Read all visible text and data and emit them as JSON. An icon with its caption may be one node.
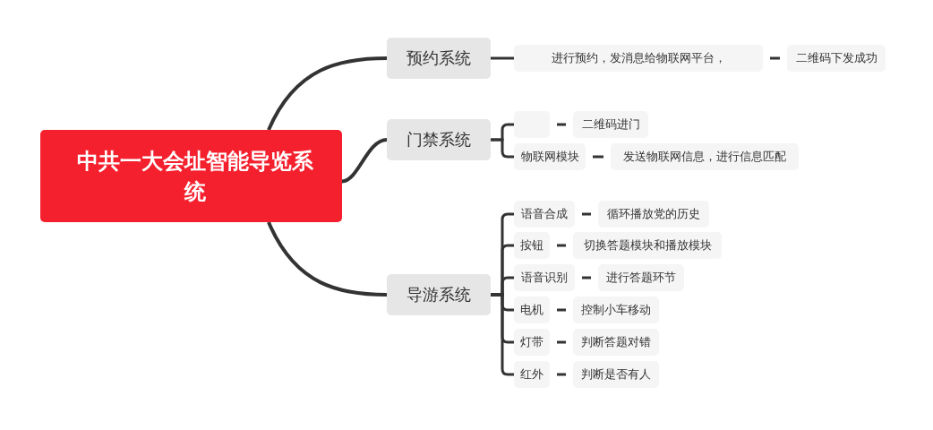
{
  "diagram": {
    "nodes": [
      {
        "text": [
          "中共一大会址智能导览系统"
        ]
      },
      {
        "text": [
          "预约系统"
        ]
      },
      {
        "text": [
          "门禁系统"
        ]
      },
      {
        "text": [
          "导游系统"
        ]
      },
      {
        "text": [
          "进行预约，发消息给物联网平台，"
        ]
      },
      {
        "text": [
          "二维码下发成功"
        ]
      },
      {
        "text": [],
        "shape": "box"
      },
      {
        "text": [
          "二维码进门"
        ]
      },
      {
        "text": [
          "物联网模块"
        ]
      },
      {
        "text": [
          "发送物联网信息，进行信息匹配"
        ]
      },
      {
        "text": [
          "语音合成"
        ]
      },
      {
        "text": [
          "循环播放党的历史"
        ]
      },
      {
        "text": [
          "按钮"
        ]
      },
      {
        "text": [
          "切换答题模块和播放模块"
        ]
      },
      {
        "text": [
          "语音识别"
        ]
      },
      {
        "text": [
          "进行答题环节"
        ]
      },
      {
        "text": [
          "电机"
        ]
      },
      {
        "text": [
          "控制小车移动"
        ]
      },
      {
        "text": [
          "灯带"
        ]
      },
      {
        "text": [
          "判断答题对错"
        ]
      },
      {
        "text": [
          "红外"
        ]
      },
      {
        "text": [
          "判断是否有人"
        ]
      }
    ],
    "edges": [
      {
        "from": 0,
        "to": 1,
        "arrow": "none"
      },
      {
        "from": 0,
        "to": 2,
        "arrow": "none"
      },
      {
        "from": 0,
        "to": 3,
        "arrow": "none"
      },
      {
        "from": 1,
        "to": 4,
        "arrow": "none"
      },
      {
        "from": 4,
        "to": 5,
        "arrow": "none"
      },
      {
        "from": 2,
        "to": 6,
        "arrow": "none"
      },
      {
        "from": 6,
        "to": 7,
        "arrow": "none"
      },
      {
        "from": 2,
        "to": 8,
        "arrow": "none"
      },
      {
        "from": 8,
        "to": 9,
        "arrow": "none"
      },
      {
        "from": 3,
        "to": 10,
        "arrow": "none"
      },
      {
        "from": 10,
        "to": 11,
        "arrow": "none"
      },
      {
        "from": 3,
        "to": 12,
        "arrow": "none"
      },
      {
        "from": 12,
        "to": 13,
        "arrow": "none"
      },
      {
        "from": 3,
        "to": 14,
        "arrow": "none"
      },
      {
        "from": 14,
        "to": 15,
        "arrow": "none"
      },
      {
        "from": 3,
        "to": 16,
        "arrow": "none"
      },
      {
        "from": 16,
        "to": 17,
        "arrow": "none"
      },
      {
        "from": 3,
        "to": 18,
        "arrow": "none"
      },
      {
        "from": 18,
        "to": 19,
        "arrow": "none"
      },
      {
        "from": 3,
        "to": 20,
        "arrow": "none"
      },
      {
        "from": 20,
        "to": 21,
        "arrow": "none"
      }
    ]
  }
}
